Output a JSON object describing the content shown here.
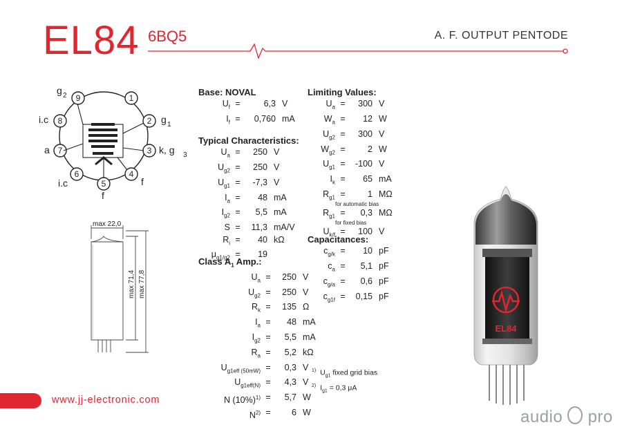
{
  "header": {
    "title": "EL84",
    "subtitle": "6BQ5",
    "description": "A. F. OUTPUT PENTODE"
  },
  "pinout": {
    "pins": [
      "1",
      "2",
      "3",
      "4",
      "5",
      "6",
      "7",
      "8",
      "9"
    ],
    "labels": {
      "g1": "g",
      "g1_sub": "1",
      "k_g3": "k, g",
      "k_g3_sub": "3",
      "f_right": "f",
      "f_bottom": "f",
      "ic_bottom": "i.c",
      "a": "a",
      "ic_left": "i.c",
      "g2": "g",
      "g2_sub": "2"
    }
  },
  "dimensions": {
    "width": "max 22,0",
    "height_inner": "max 71,4",
    "height_outer": "max 77,8"
  },
  "base": {
    "title": "Base: NOVAL",
    "rows": [
      {
        "sym": "U",
        "sub": "f",
        "val": "6,3",
        "unit": "V"
      },
      {
        "sym": "I",
        "sub": "f",
        "val": "0,760",
        "unit": "mA"
      }
    ]
  },
  "typical": {
    "title": "Typical Characteristics:",
    "rows": [
      {
        "sym": "U",
        "sub": "a",
        "val": "250",
        "unit": "V"
      },
      {
        "sym": "U",
        "sub": "g2",
        "val": "250",
        "unit": "V"
      },
      {
        "sym": "U",
        "sub": "g1",
        "val": "-7,3",
        "unit": "V"
      },
      {
        "sym": "I",
        "sub": "a",
        "val": "48",
        "unit": "mA"
      },
      {
        "sym": "I",
        "sub": "g2",
        "val": "5,5",
        "unit": "mA"
      },
      {
        "sym": "S",
        "sub": "",
        "val": "11,3",
        "unit": "mA/V"
      },
      {
        "sym": "R",
        "sub": "i",
        "val": "40",
        "unit": "kΩ"
      },
      {
        "sym": "μ",
        "sub": "g1/g2",
        "val": "19",
        "unit": ""
      }
    ]
  },
  "classA": {
    "title": "Class A",
    "title_sub": "1",
    "title_end": " Amp.:",
    "rows": [
      {
        "sym": "U",
        "sub": "a",
        "val": "250",
        "unit": "V"
      },
      {
        "sym": "U",
        "sub": "g2",
        "val": "250",
        "unit": "V"
      },
      {
        "sym": "R",
        "sub": "k",
        "val": "135",
        "unit": "Ω"
      },
      {
        "sym": "I",
        "sub": "a",
        "val": "48",
        "unit": "mA"
      },
      {
        "sym": "I",
        "sub": "g2",
        "val": "5,5",
        "unit": "mA"
      },
      {
        "sym": "R",
        "sub": "a",
        "val": "5,2",
        "unit": "kΩ"
      },
      {
        "sym": "U",
        "sub": "g1eff (50mW)",
        "val": "0,3",
        "unit": "V"
      },
      {
        "sym": "U",
        "sub": "g1eff(N)",
        "val": "4,3",
        "unit": "V"
      },
      {
        "sym": "N (10%)",
        "sup": "1)",
        "val": "5,7",
        "unit": "W"
      },
      {
        "sym": "N",
        "sup": "2)",
        "val": "6",
        "unit": "W"
      }
    ]
  },
  "limiting": {
    "title": "Limiting Values:",
    "rows": [
      {
        "sym": "U",
        "sub": "a",
        "val": "300",
        "unit": "V",
        "note": ""
      },
      {
        "sym": "W",
        "sub": "a",
        "val": "12",
        "unit": "W",
        "note": ""
      },
      {
        "sym": "U",
        "sub": "g2",
        "val": "300",
        "unit": "V",
        "note": ""
      },
      {
        "sym": "W",
        "sub": "g2",
        "val": "2",
        "unit": "W",
        "note": ""
      },
      {
        "sym": "U",
        "sub": "g1",
        "val": "-100",
        "unit": "V",
        "note": ""
      },
      {
        "sym": "I",
        "sub": "k",
        "val": "65",
        "unit": "mA",
        "note": ""
      },
      {
        "sym": "R",
        "sub": "g1",
        "val": "1",
        "unit": "MΩ",
        "note": "for automatic bias"
      },
      {
        "sym": "R",
        "sub": "g1",
        "val": "0,3",
        "unit": "MΩ",
        "note": "for fixed bias"
      },
      {
        "sym": "U",
        "sub": "k/f",
        "val": "100",
        "unit": "V",
        "note": ""
      }
    ]
  },
  "capacitances": {
    "title": "Capacitances:",
    "rows": [
      {
        "sym": "c",
        "sub": "g/k",
        "val": "10",
        "unit": "pF"
      },
      {
        "sym": "c",
        "sub": "a",
        "val": "5,1",
        "unit": "pF"
      },
      {
        "sym": "c",
        "sub": "g/a",
        "val": "0,6",
        "unit": "pF"
      },
      {
        "sym": "c",
        "sub": "g1f",
        "val": "0,15",
        "unit": "pF"
      }
    ]
  },
  "footnotes": [
    {
      "mark": "1)",
      "sym": "U",
      "sub": "g1",
      "text": " fixed grid bias"
    },
    {
      "mark": "2)",
      "sym": "I",
      "sub": "g1",
      "text": " = 0,3 μA"
    }
  ],
  "tube_label": "EL84",
  "website": "www.jj-electronic.com",
  "brand": "audio",
  "brand_end": "pro",
  "colors": {
    "accent": "#e0262e",
    "text": "#222222",
    "brand_gray": "#9aa0a6"
  }
}
